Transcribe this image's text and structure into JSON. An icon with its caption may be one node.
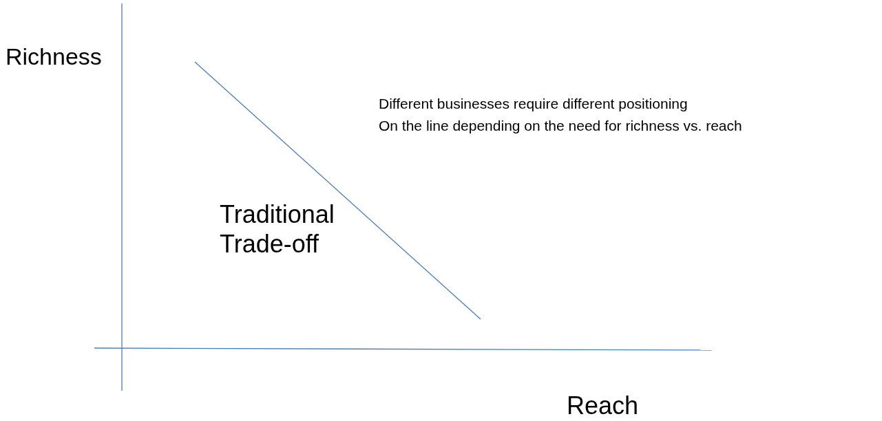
{
  "diagram": {
    "labels": [
      "Richness",
      "Different businesses require different positioning",
      "On the line depending on the need for richness vs. reach",
      "Traditional Trade-off",
      "Reach"
    ]
  }
}
